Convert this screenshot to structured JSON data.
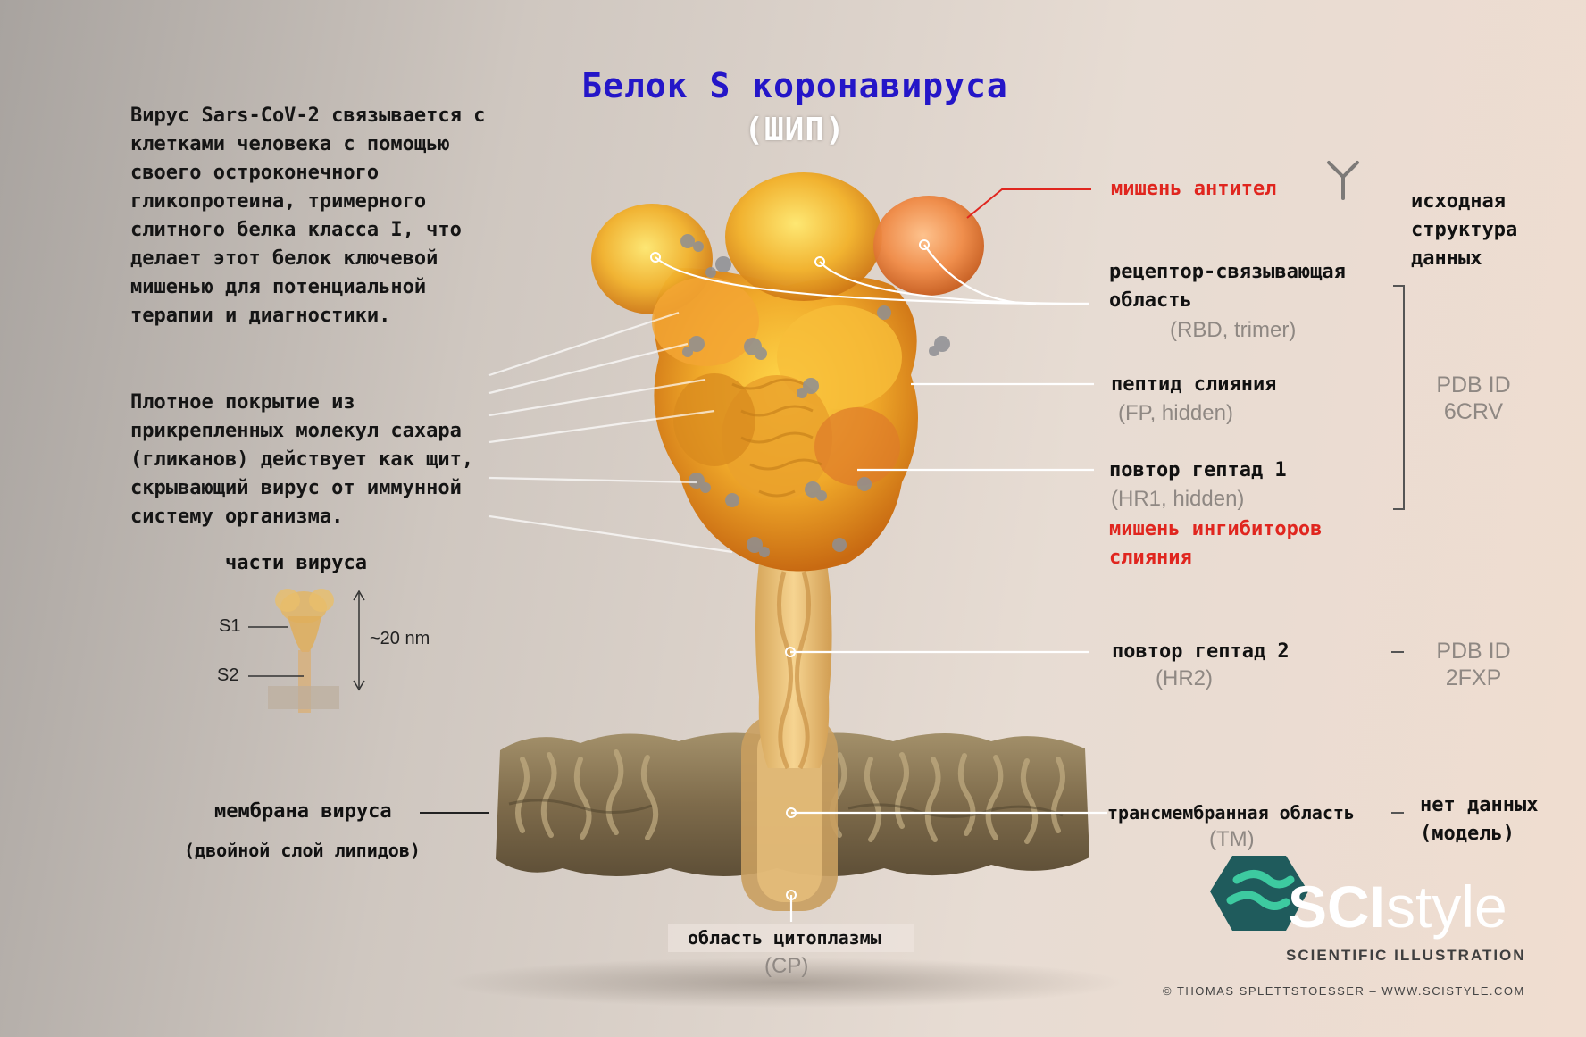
{
  "title": "Белок S коронавируса",
  "subtitle": "(ШИП)",
  "intro_lines": [
    "Вирус Sars-CoV-2 связывается с",
    "клетками человека с помощью",
    "своего остроконечного",
    "гликопротеина, тримерного",
    "слитного белка класса I, что",
    "делает этот белок ключевой",
    "мишенью для потенциальной",
    "терапии и диагностики."
  ],
  "glycan_lines": [
    "Плотное покрытие из",
    "прикрепленных молекул сахара",
    "(гликанов) действует как щит,",
    "скрывающий вирус от иммунной",
    "систему организма."
  ],
  "inset": {
    "title": "части вируса",
    "s1": "S1",
    "s2": "S2",
    "size": "~20 nm"
  },
  "labels": {
    "antibody_target": "мишень антител",
    "rbd_line1": "рецептор-связывающая",
    "rbd_line2": "область",
    "rbd_sub": "(RBD, trimer)",
    "fp": "пептид слияния",
    "fp_sub": "(FP, hidden)",
    "hr1": "повтор гептад 1",
    "hr1_sub": "(HR1, hidden)",
    "fusion_target_line1": "мишень ингибиторов",
    "fusion_target_line2": "слияния",
    "hr2": "повтор гептад 2",
    "hr2_sub": "(HR2)",
    "membrane": "мембрана вируса",
    "membrane_sub": "(двойной слой липидов)",
    "tm": "трансмембранная область",
    "tm_sub": "(TM)",
    "cp": "область цитоплазмы",
    "cp_sub": "(CP)"
  },
  "source": {
    "heading": [
      "исходная",
      "структура",
      "данных"
    ],
    "pdb1": [
      "PDB ID",
      "6CRV"
    ],
    "pdb2": [
      "PDB ID",
      "2FXP"
    ],
    "nodata": [
      "нет данных",
      "(модель)"
    ]
  },
  "brand": {
    "name_bold": "SCI",
    "name_light": "style",
    "tagline": "SCIENTIFIC ILLUSTRATION",
    "credit": "© THOMAS SPLETTSTOESSER – WWW.SCISTYLE.COM"
  },
  "colors": {
    "title": "#2416c8",
    "red": "#e0261f",
    "gray": "#8f8883",
    "protein": "#e8a21f",
    "logo": "#1f5b5c",
    "logo_accent": "#3dcaa0"
  }
}
